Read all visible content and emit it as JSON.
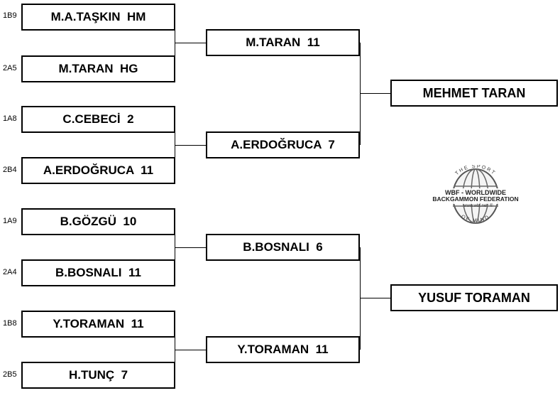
{
  "round1": [
    {
      "seed": "1B9",
      "text": "M.A.TAŞKIN  HM"
    },
    {
      "seed": "2A5",
      "text": "M.TARAN  HG"
    },
    {
      "seed": "1A8",
      "text": "C.CEBECİ  2"
    },
    {
      "seed": "2B4",
      "text": "A.ERDOĞRUCA  11"
    },
    {
      "seed": "1A9",
      "text": "B.GÖZGÜ  10"
    },
    {
      "seed": "2A4",
      "text": "B.BOSNALI  11"
    },
    {
      "seed": "1B8",
      "text": "Y.TORAMAN  11"
    },
    {
      "seed": "2B5",
      "text": "H.TUNÇ  7"
    }
  ],
  "round2": [
    {
      "text": "M.TARAN  11"
    },
    {
      "text": "A.ERDOĞRUCA  7"
    },
    {
      "text": "B.BOSNALI  6"
    },
    {
      "text": "Y.TORAMAN  11"
    }
  ],
  "round3": [
    {
      "text": "MEHMET TARAN"
    },
    {
      "text": "YUSUF TORAMAN"
    }
  ],
  "logo": {
    "top_arc": "THE SPORT",
    "line1": "WBF - WORLDWIDE",
    "line2": "BACKGAMMON FEDERATION",
    "url": "www.wbf.net",
    "bottom_arc": "OF MIND",
    "mark": "®"
  }
}
